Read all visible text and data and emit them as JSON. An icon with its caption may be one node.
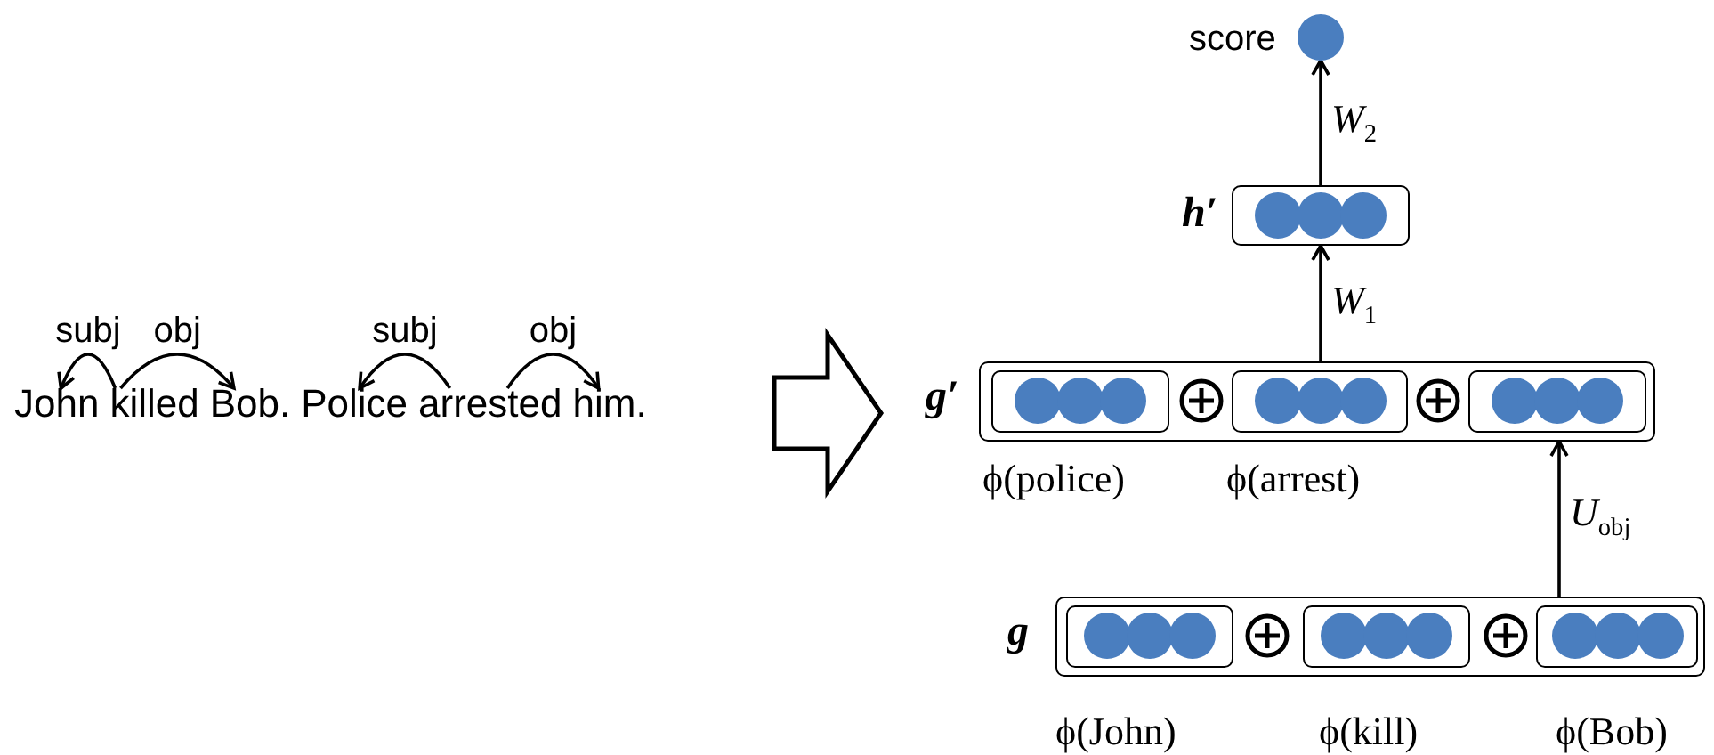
{
  "diagram": {
    "nodes": [
      {
        "text": [
          "John"
        ]
      },
      {
        "text": [
          "killed"
        ]
      },
      {
        "text": [
          "Bob."
        ]
      },
      {
        "text": [
          "Police"
        ]
      },
      {
        "text": [
          "arrested"
        ]
      },
      {
        "text": [
          "him."
        ]
      },
      {
        "text": [],
        "shape": "circle",
        "beside": [
          "score"
        ]
      },
      {
        "text": [
          "h′"
        ]
      },
      {
        "text": [
          "g′"
        ]
      },
      {
        "text": [],
        "shape": "box",
        "in": 8,
        "beside": [
          "ϕ(police)"
        ]
      },
      {
        "text": [],
        "shape": "box",
        "in": 8,
        "beside": [
          "ϕ(arrest)"
        ]
      },
      {
        "text": [],
        "shape": "box",
        "in": 8
      },
      {
        "text": [
          "g"
        ]
      },
      {
        "text": [],
        "shape": "box",
        "in": 12,
        "beside": [
          "ϕ(John)"
        ]
      },
      {
        "text": [],
        "shape": "box",
        "in": 12,
        "beside": [
          "ϕ(kill)"
        ]
      },
      {
        "text": [],
        "shape": "box",
        "in": 12,
        "beside": [
          "ϕ(Bob)"
        ]
      }
    ],
    "edges": [
      {
        "from": 1,
        "to": 0,
        "arrow": "to",
        "label": "subj"
      },
      {
        "from": 1,
        "to": 2,
        "arrow": "to",
        "label": "obj"
      },
      {
        "from": 4,
        "to": 3,
        "arrow": "to",
        "label": "subj"
      },
      {
        "from": 4,
        "to": 5,
        "arrow": "to",
        "label": "obj"
      },
      {
        "from": 8,
        "to": 7,
        "arrow": "to",
        "label": "*W*$_{1}$"
      },
      {
        "from": 7,
        "to": 6,
        "arrow": "to",
        "label": "*W*$_{2}$"
      },
      {
        "from": 12,
        "to": 8,
        "arrow": "to",
        "label": "*U*$_{obj}$"
      }
    ]
  }
}
